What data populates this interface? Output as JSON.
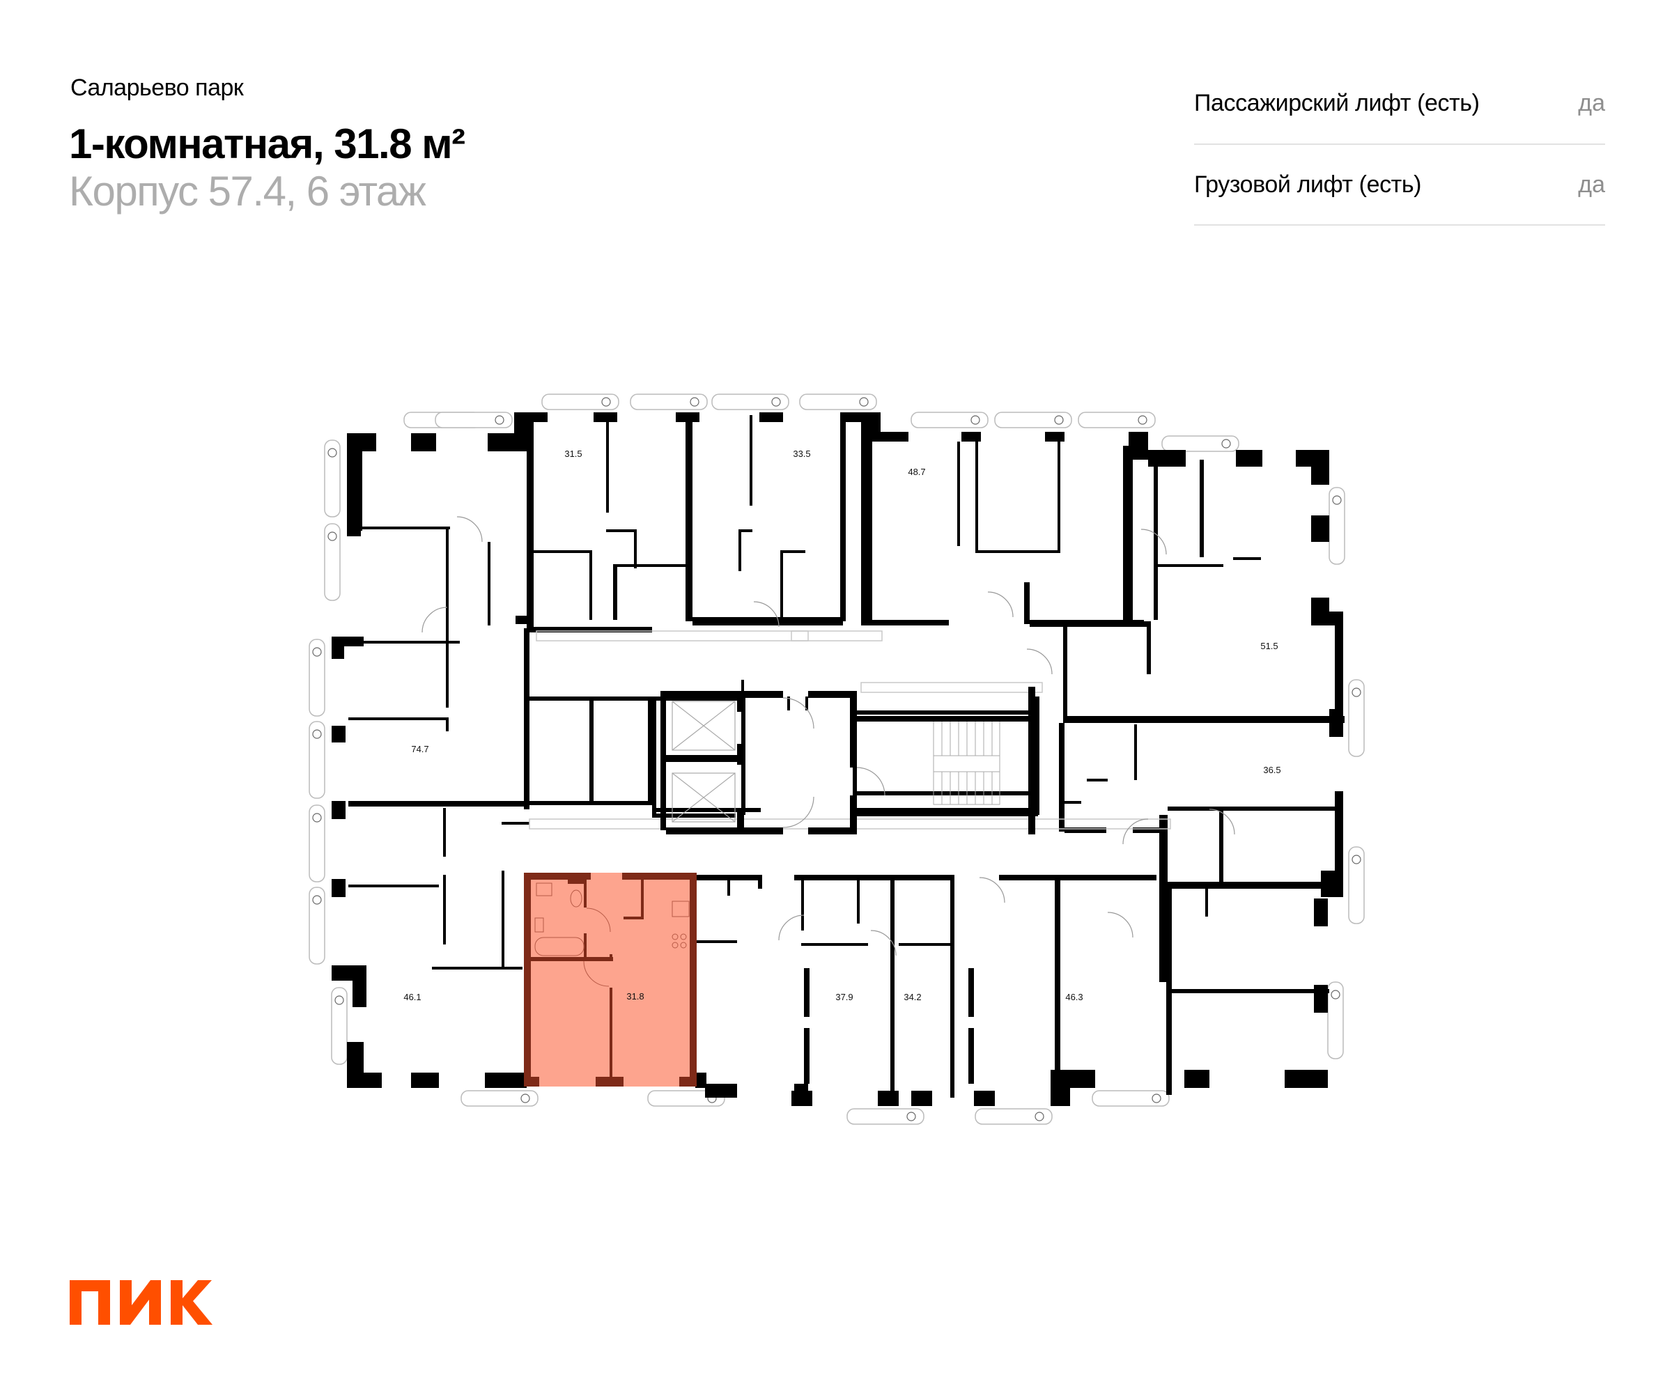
{
  "header": {
    "project_name": "Саларьево парк",
    "apartment_title": "1-комнатная, 31.8 м²",
    "building_floor": "Корпус 57.4, 6 этаж"
  },
  "specs": [
    {
      "label": "Пассажирский лифт (есть)",
      "value": "да"
    },
    {
      "label": "Грузовой лифт (есть)",
      "value": "да"
    }
  ],
  "floor_plan": {
    "highlighted_unit": {
      "area": "31.8",
      "fill_color": "#FDA48E",
      "wall_color": "#7E2A18"
    },
    "units": [
      {
        "area": "31.5"
      },
      {
        "area": "33.5"
      },
      {
        "area": "48.7"
      },
      {
        "area": "51.5"
      },
      {
        "area": "74.7"
      },
      {
        "area": "36.5"
      },
      {
        "area": "46.1"
      },
      {
        "area": "37.9"
      },
      {
        "area": "34.2"
      },
      {
        "area": "46.3"
      }
    ],
    "core": {
      "elevators": 2,
      "stairs": 1
    }
  },
  "brand": {
    "logo_text": "ПИК",
    "logo_color": "#FF4F00"
  }
}
